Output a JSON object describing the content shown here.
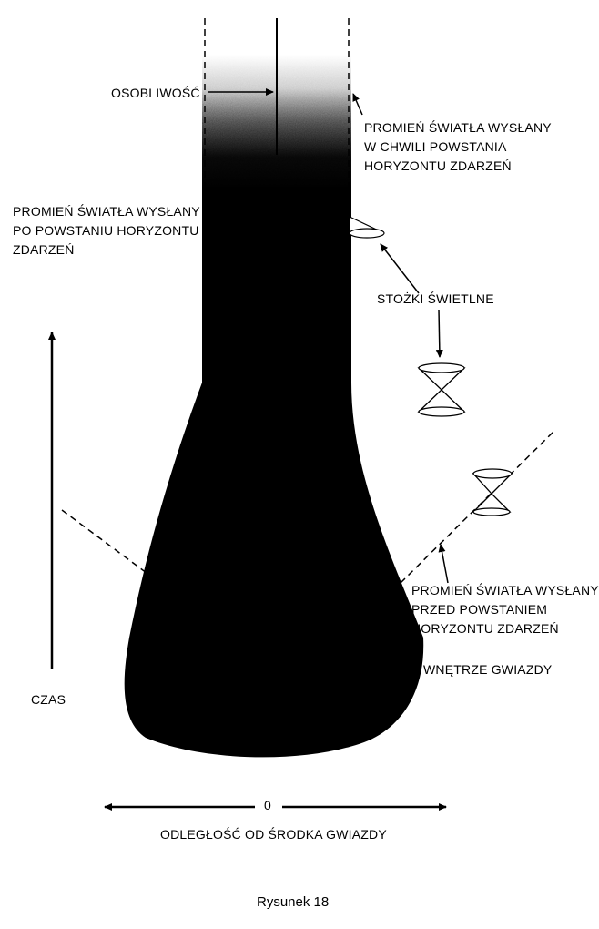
{
  "labels": {
    "singularity": "OSOBLIWOŚĆ",
    "ray_at_horizon": [
      "PROMIEŃ ŚWIATŁA WYSŁANY",
      "W CHWILI POWSTANIA",
      "HORYZONTU ZDARZEŃ"
    ],
    "ray_after_horizon": [
      "PROMIEŃ ŚWIATŁA WYSŁANY",
      "PO POWSTANIU HORYZONTU",
      "ZDARZEŃ"
    ],
    "light_cones": "STOŻKI ŚWIETLNE",
    "ray_before_horizon": [
      "PROMIEŃ ŚWIATŁA WYSŁANY",
      "PRZED POWSTANIEM",
      "HORYZONTU ZDARZEŃ"
    ],
    "star_interior": "WNĘTRZE GWIAZDY",
    "time_axis": "CZAS",
    "origin": "0",
    "distance_axis": "ODLEGŁOŚĆ OD ŚRODKA GWIAZDY"
  },
  "caption": "Rysunek 18"
}
